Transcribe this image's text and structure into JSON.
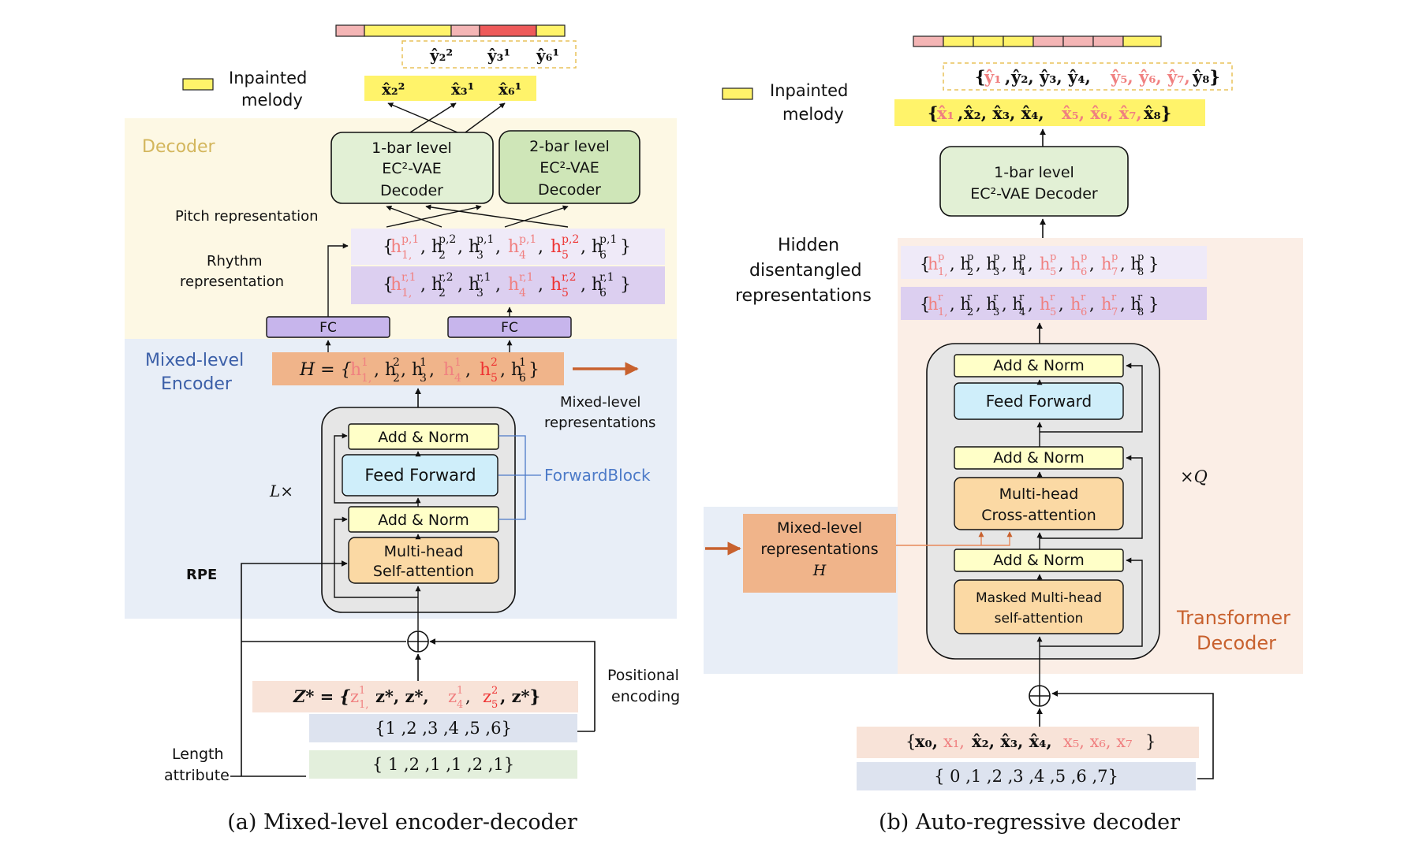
{
  "colors": {
    "decoder_bg": "#fdf8e4",
    "encoder_bg": "#e8eef7",
    "transformer_bg": "#fbeee6",
    "fc_fill": "#c7b5ec",
    "vae_fill": "#e2f0d5",
    "vae_fill2": "#cfe6b8",
    "addnorm_fill": "#ffffc8",
    "ff_fill": "#cfeefa",
    "attn_fill": "#fbd9a4",
    "H_fill": "#f0b48a",
    "pitch_row": "#efeaf8",
    "rhythm_row": "#dccff0",
    "inpaint_yellow": "#fff36a",
    "z_row": "#f8e3d8",
    "pos_row": "#dde3ef",
    "len_row": "#e3efdc",
    "arrow_orange": "#c8612e",
    "forward_blue": "#4c7ac8",
    "decoder_label": "#d3b65c",
    "encoder_label": "#3b5fa8",
    "transformer_label": "#c8612e"
  },
  "left": {
    "legend_label_line1": "Inpainted",
    "legend_label_line2": "melody",
    "y_hats": [
      "ŷ₂²",
      "ŷ₃¹",
      "ŷ₆¹"
    ],
    "x_hats": [
      "x̂₂²",
      "x̂₃¹",
      "x̂₆¹"
    ],
    "decoder_label": "Decoder",
    "vae1": [
      "1-bar level",
      "EC²-VAE",
      "Decoder"
    ],
    "vae2": [
      "2-bar level",
      "EC²-VAE",
      "Decoder"
    ],
    "pitch_label": "Pitch representation",
    "rhythm_label_line1": "Rhythm",
    "rhythm_label_line2": "representation",
    "pitch_row": "{h₁,^p,1 , h₂^p,2 , h₃^p,1 , h₄^p,1 , h₅^p,2 , h₆^p,1}",
    "rhythm_row": "{h₁,^r,1 , h₂^r,2 , h₃^r,1 , h₄^r,1 , h₅^r,2 , h₆^r,1}",
    "fc_label": "FC",
    "encoder_label_line1": "Mixed-level",
    "encoder_label_line2": "Encoder",
    "H_row": "H = {h₁,¹ , h₂² , h₃¹ , h₄¹ , h₅² , h₆¹}",
    "mixed_label_line1": "Mixed-level",
    "mixed_label_line2": "representations",
    "add_norm": "Add & Norm",
    "feed_forward": "Feed Forward",
    "forward_block": "ForwardBlock",
    "self_attn_line1": "Multi-head",
    "self_attn_line2": "Self-attention",
    "l_times": "L×",
    "rpe": "RPE",
    "positional_line1": "Positional",
    "positional_line2": "encoding",
    "z_row": "Z* = {z₁,¹ , z* , z* , z₄¹ , z₅² , z*}",
    "pos_row": "{1 ,2 ,3 ,4 ,5 ,6}",
    "len_row": "{ 1 ,2 ,1 ,1 ,2 ,1}",
    "length_line1": "Length",
    "length_line2": "attribute",
    "caption": "(a) Mixed-level encoder-decoder"
  },
  "right": {
    "legend_label_line1": "Inpainted",
    "legend_label_line2": "melody",
    "y_row": "{ŷ₁, ŷ₂, ŷ₃, ŷ₄, ŷ₅, ŷ₆, ŷ₇, ŷ₈}",
    "x_row": "{x̂₁, x̂₂, x̂₃, x̂₄, x̂₅, x̂₆, x̂₇, x̂₈}",
    "vae_line1": "1-bar level",
    "vae_line2": "EC²-VAE Decoder",
    "hidden_line1": "Hidden",
    "hidden_line2": "disentangled",
    "hidden_line3": "representations",
    "p_row": "{h₁,^p, h₂^p, h₃^p, h₄^p, h₅^p, h₆^p, h₇^p, h₈^p}",
    "r_row": "{h₁,^r, h₂^r, h₃^r, h₄^r, h₅^r, h₆^r, h₇^r, h₈^r}",
    "add_norm": "Add & Norm",
    "feed_forward": "Feed Forward",
    "cross_line1": "Multi-head",
    "cross_line2": "Cross-attention",
    "masked_line1": "Masked Multi-head",
    "masked_line2": "self-attention",
    "q_times": "×Q",
    "mixed_line1": "Mixed-level",
    "mixed_line2": "representations",
    "mixed_line3": "H",
    "transformer_line1": "Transformer",
    "transformer_line2": "Decoder",
    "x_input_row": "{x₀, x₁, x̂₂, x̂₃, x̂₄, x₅, x₆, x₇}",
    "pos_row": "{ 0 ,1 ,2 ,3 ,4 ,5 ,6 ,7}",
    "caption": "(b) Auto-regressive decoder"
  }
}
